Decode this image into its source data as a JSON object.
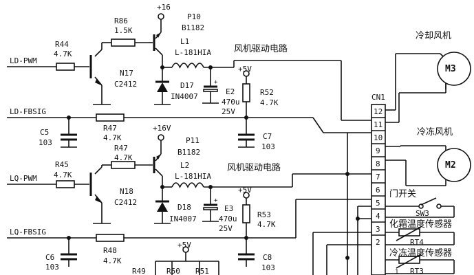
{
  "signals": {
    "ld_pwm": "LD-PWM",
    "ld_fbsig": "LD-FBSIG",
    "lq_pwm": "LQ-PWM",
    "lq_fbsig": "LQ-FBSIG"
  },
  "rails": {
    "p16_top": "+16",
    "p16_bottom": "+16V",
    "p5_top": "+5V",
    "p5_mid": "+5V",
    "p5_bottom": "+5V"
  },
  "resistors": {
    "r44": {
      "name": "R44",
      "value": "4.7K"
    },
    "r86": {
      "name": "R86",
      "value": "1.5K"
    },
    "r47a": {
      "name": "R47",
      "value": "4.7K"
    },
    "r47b": {
      "name": "R47",
      "value": "4.7K"
    },
    "r45": {
      "name": "R45",
      "value": "4.7K"
    },
    "r48": {
      "name": "R48",
      "value": "4.7K"
    },
    "r52": {
      "name": "R52",
      "value": "4.7K"
    },
    "r53": {
      "name": "R53",
      "value": "4.7K"
    },
    "r49": {
      "name": "R49"
    },
    "r50": {
      "name": "R50"
    },
    "r51": {
      "name": "R51"
    }
  },
  "transistors": {
    "n17": {
      "name": "N17",
      "part": "C2412"
    },
    "n18": {
      "name": "N18",
      "part": "C2412"
    },
    "p10": {
      "name": "P10",
      "part": "B1182"
    },
    "p11": {
      "name": "P11",
      "part": "B1182"
    }
  },
  "inductors": {
    "l1": {
      "name": "L1",
      "part": "L-181HIA"
    },
    "l2": {
      "name": "L2",
      "part": "L-181HIA"
    }
  },
  "diodes": {
    "d17": {
      "name": "D17",
      "part": "IN4007"
    },
    "d18": {
      "name": "D18",
      "part": "IN4007"
    }
  },
  "capacitors": {
    "c5": {
      "name": "C5",
      "value": "103"
    },
    "c6": {
      "name": "C6",
      "value": "103"
    },
    "c7": {
      "name": "C7",
      "value": "103"
    },
    "c8": {
      "name": "C8",
      "value": "103"
    },
    "e2": {
      "name": "E2",
      "value": "470u",
      "voltage": "25V"
    },
    "e3": {
      "name": "E3",
      "value": "470u",
      "voltage": "25V"
    }
  },
  "labels": {
    "fan_drive_1": "风机驱动电路",
    "fan_drive_2": "风机驱动电路",
    "cooling_fan": "冷却风机",
    "freezer_fan": "冷冻风机",
    "door_switch": "门开关",
    "defrost_sensor": "化霜温度传感器",
    "freezer_sensor": "冷冻温度传感器"
  },
  "motors": {
    "m3": "M3",
    "m2": "M2"
  },
  "switch": {
    "sw3": "SW3"
  },
  "thermistors": {
    "rt4": "RT4",
    "rt3": "RT3"
  },
  "connector": {
    "name": "CN1",
    "pins": [
      "12",
      "11",
      "10",
      "9",
      "8",
      "7",
      "6",
      "5",
      "4",
      "3",
      "2"
    ]
  },
  "pin_note": "1"
}
